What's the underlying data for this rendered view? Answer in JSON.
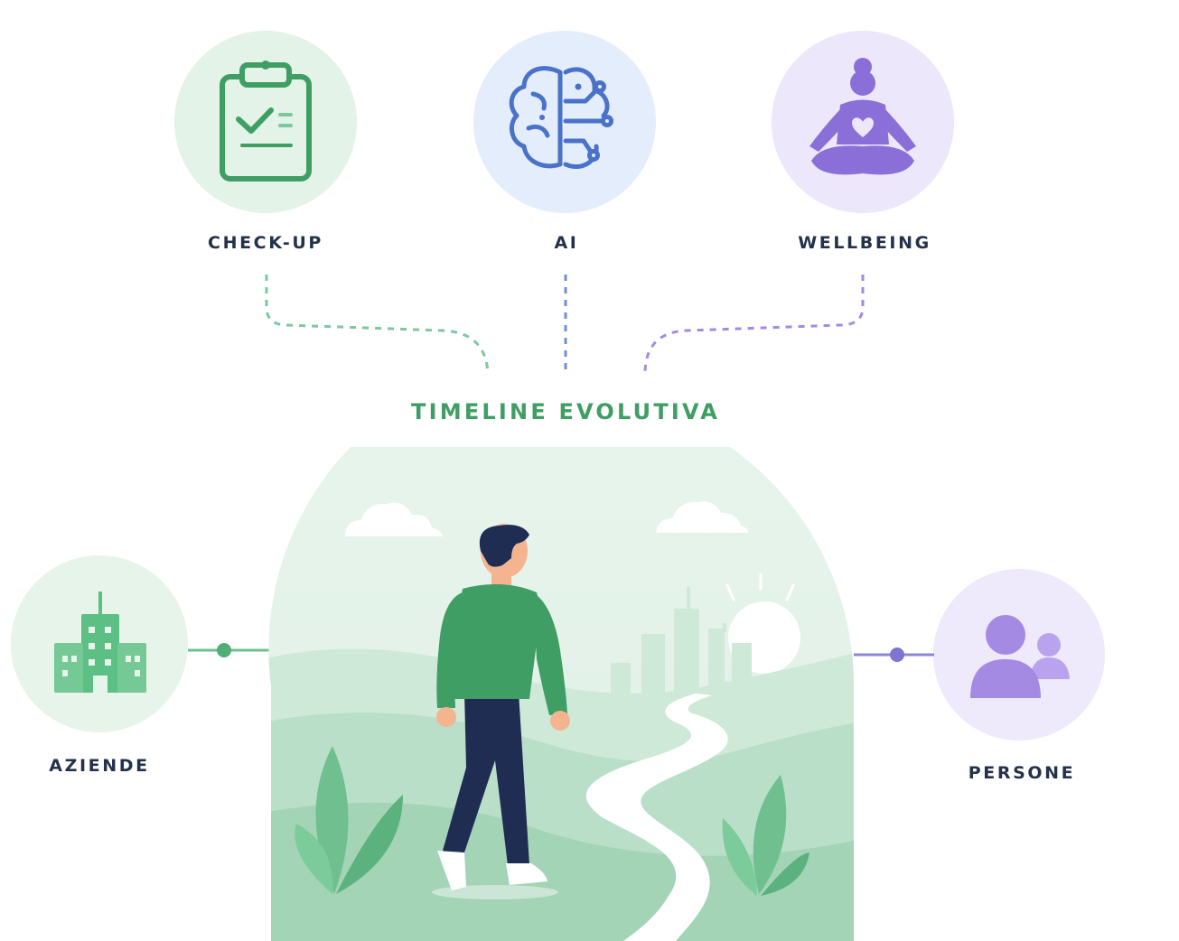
{
  "title": {
    "text": "TIMELINE EVOLUTIVA",
    "color": "#3f9e63"
  },
  "nodes": {
    "checkup": {
      "label": "CHECK-UP",
      "icon": "clipboard-check-icon",
      "color": "#3f9e63",
      "bg": "#e3f3e8"
    },
    "ai": {
      "label": "AI",
      "icon": "brain-circuit-icon",
      "color": "#4a72c9",
      "bg": "#e4edfb"
    },
    "wellbeing": {
      "label": "WELLBEING",
      "icon": "meditation-icon",
      "color": "#8a6fd8",
      "bg": "#ece7fa"
    },
    "aziende": {
      "label": "AZIENDE",
      "icon": "building-icon",
      "color": "#5cbf84",
      "bg": "#e6f4ea"
    },
    "persone": {
      "label": "PERSONE",
      "icon": "people-icon",
      "color": "#a48ae3",
      "bg": "#eee9fb"
    }
  },
  "colors": {
    "label_text": "#23324a",
    "scene_bg": "#e4f3ea",
    "sweater": "#3f9e63",
    "trousers": "#1f2d52"
  }
}
